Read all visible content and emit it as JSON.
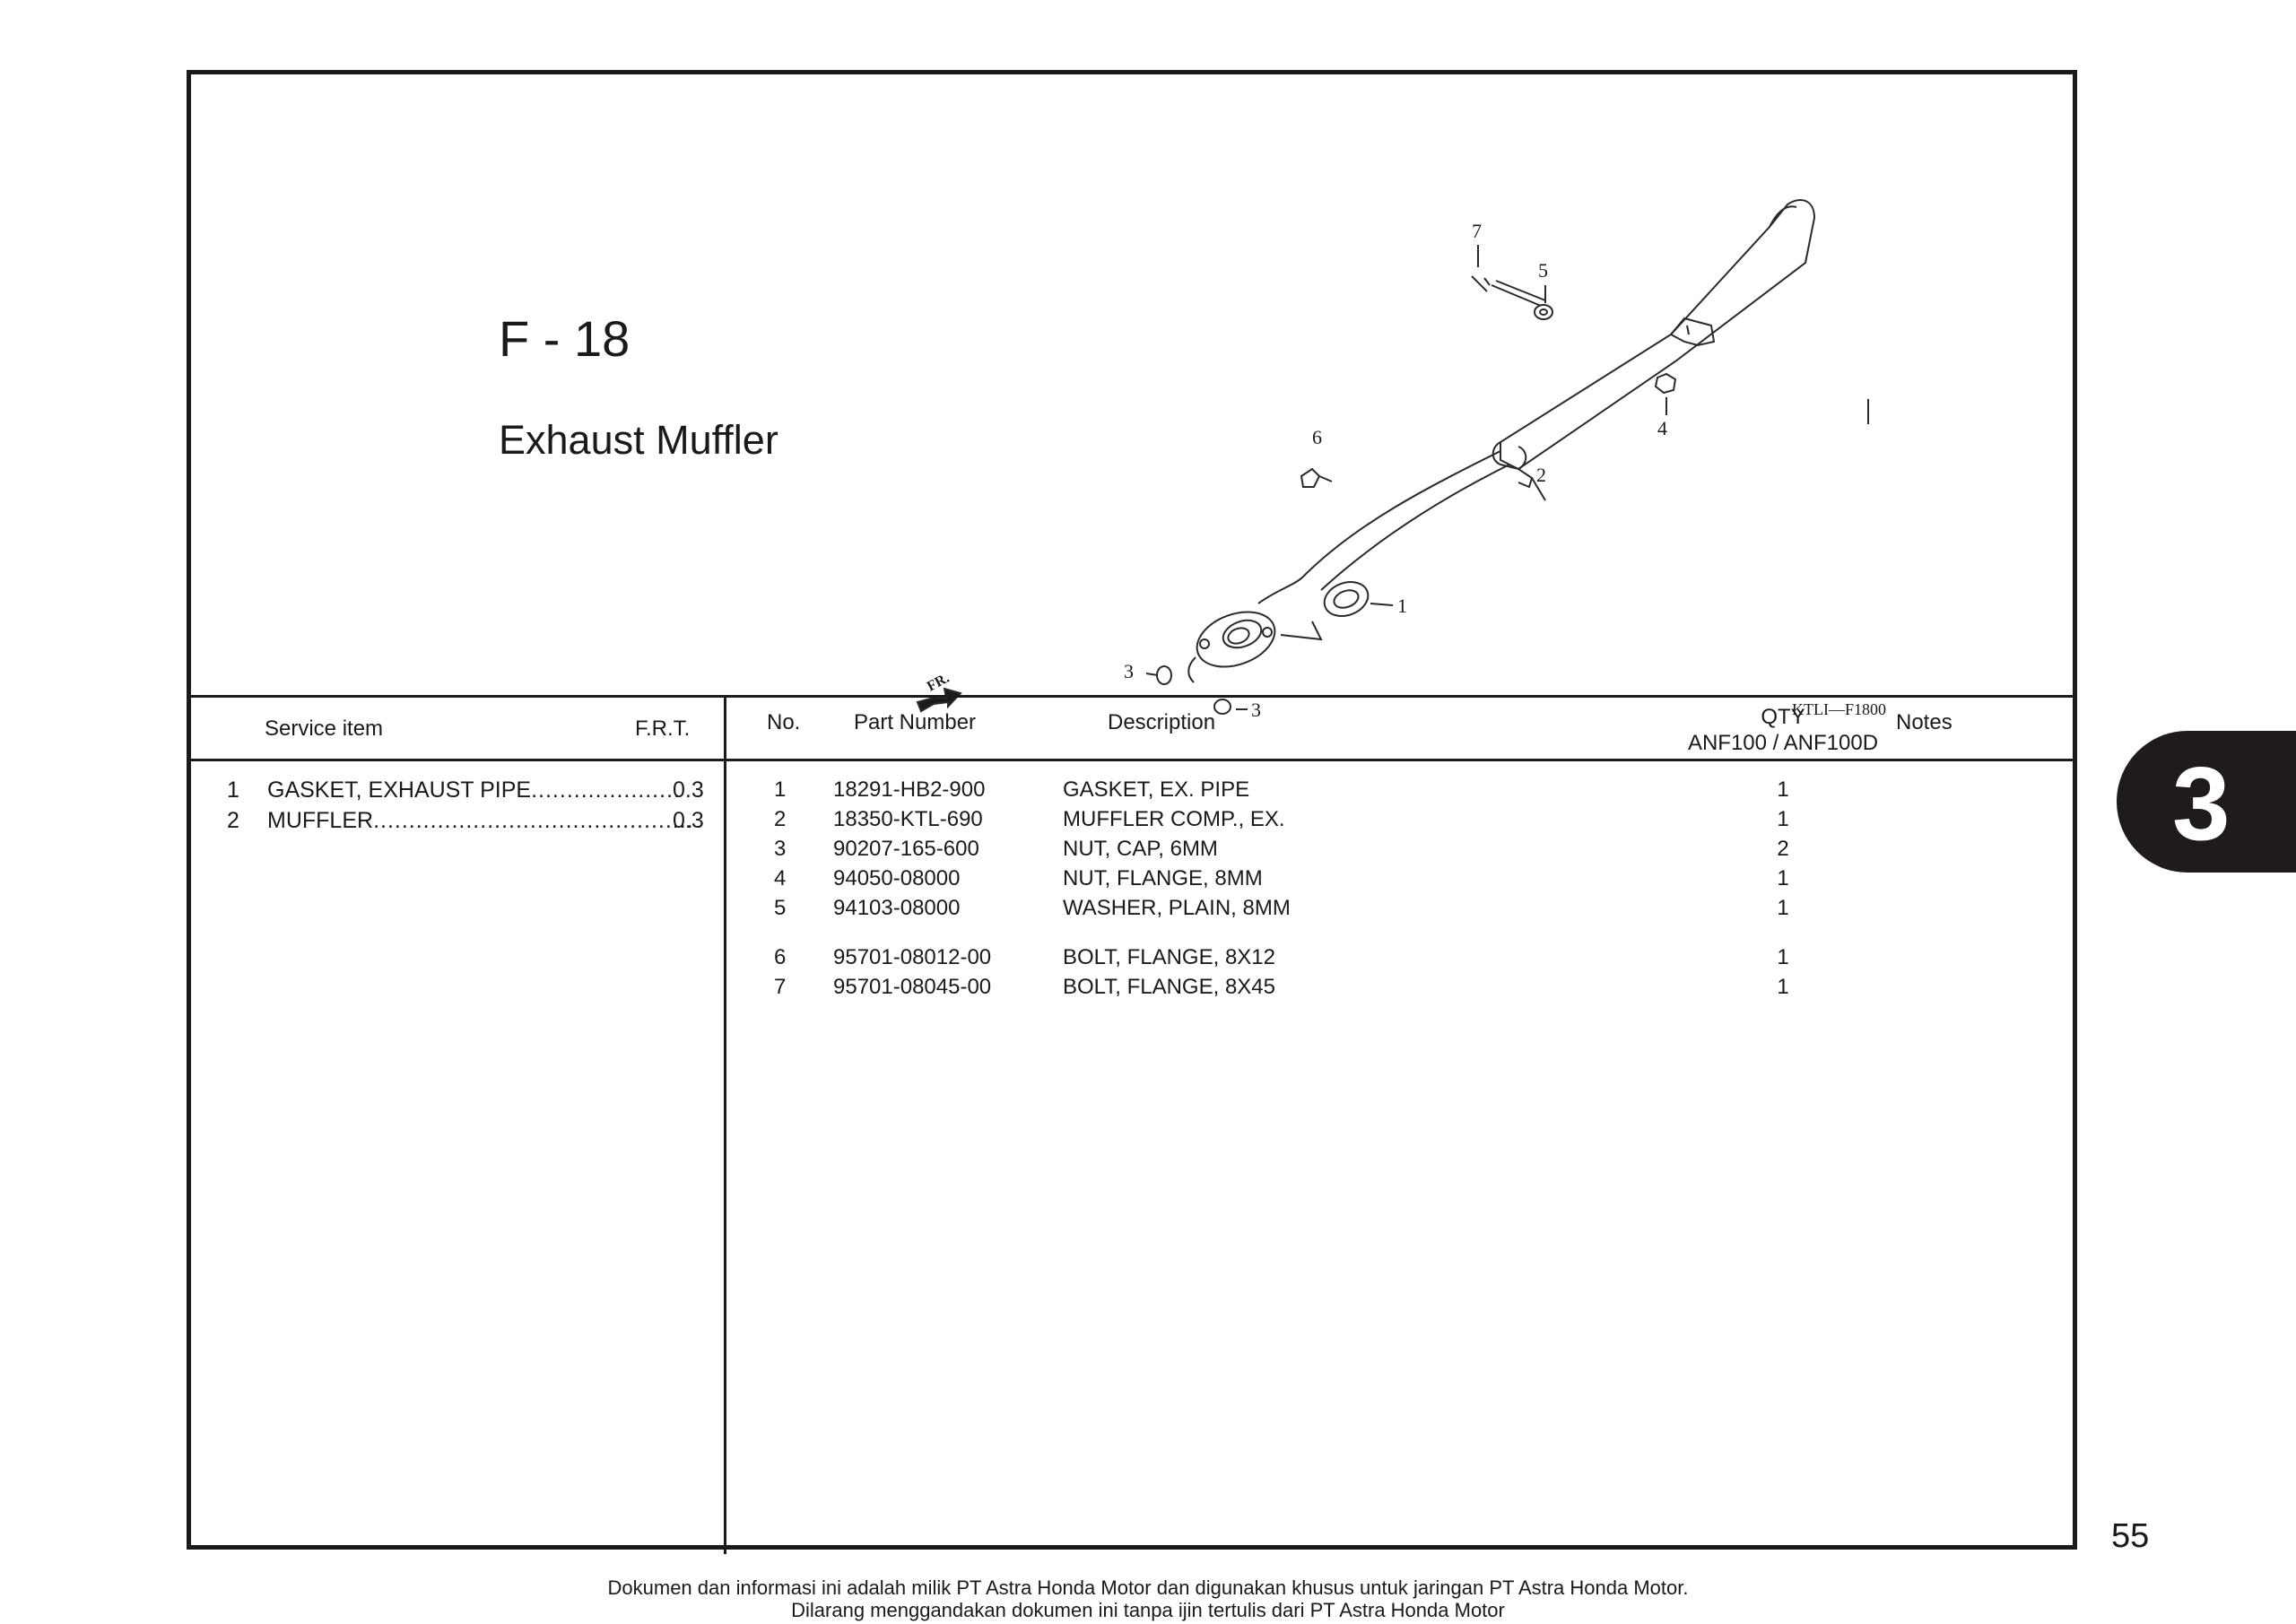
{
  "header": {
    "code": "F - 18",
    "title": "Exhaust Muffler"
  },
  "diagram": {
    "callouts": [
      "7",
      "5",
      "4",
      "6",
      "2",
      "1",
      "3",
      "3"
    ],
    "front_marker": "FR.",
    "ref_code": "KTLI—F1800"
  },
  "service_table": {
    "col_item": "Service item",
    "col_frt": "F.R.T.",
    "rows": [
      {
        "no": "1",
        "item": "GASKET, EXHAUST PIPE",
        "dots": ".....................",
        "frt": "0.3"
      },
      {
        "no": "2",
        "item": "MUFFLER",
        "dots": ".............................................",
        "frt": "0.3"
      }
    ]
  },
  "parts_table": {
    "col_no": "No.",
    "col_part": "Part Number",
    "col_desc": "Description",
    "col_qty": "QTY",
    "col_qty_sub": "ANF100 / ANF100D",
    "col_notes": "Notes",
    "rows": [
      {
        "no": "1",
        "part": "18291-HB2-900",
        "desc": "GASKET, EX. PIPE",
        "qty": "1"
      },
      {
        "no": "2",
        "part": "18350-KTL-690",
        "desc": "MUFFLER COMP., EX.",
        "qty": "1"
      },
      {
        "no": "3",
        "part": "90207-165-600",
        "desc": "NUT, CAP, 6MM",
        "qty": "2"
      },
      {
        "no": "4",
        "part": "94050-08000",
        "desc": "NUT, FLANGE, 8MM",
        "qty": "1"
      },
      {
        "no": "5",
        "part": "94103-08000",
        "desc": "WASHER, PLAIN, 8MM",
        "qty": "1"
      },
      {
        "no": "6",
        "part": "95701-08012-00",
        "desc": "BOLT, FLANGE, 8X12",
        "qty": "1"
      },
      {
        "no": "7",
        "part": "95701-08045-00",
        "desc": "BOLT, FLANGE, 8X45",
        "qty": "1"
      }
    ]
  },
  "chapter_tab": "3",
  "page_number": "55",
  "footer": {
    "line1": "Dokumen dan informasi ini adalah milik PT Astra Honda Motor dan digunakan khusus untuk jaringan PT Astra Honda Motor.",
    "line2": "Dilarang menggandakan dokumen ini tanpa ijin tertulis dari PT Astra Honda Motor"
  }
}
